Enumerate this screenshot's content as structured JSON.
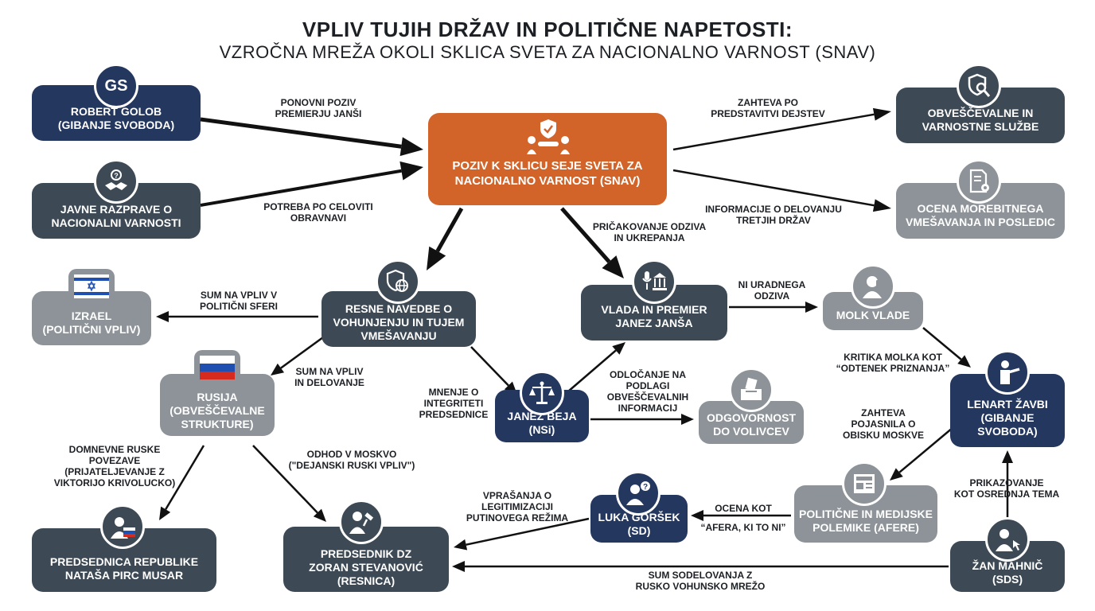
{
  "title": {
    "main": "VPLIV TUJIH DRŽAV IN POLITIČNE NAPETOSTI:",
    "sub": "VZROČNA MREŽA OKOLI SKLICA SVETA ZA NACIONALNO VARNOST (SNAV)"
  },
  "nodes": {
    "golob": {
      "l1": "ROBERT GOLOB",
      "l2": "(GIBANJE SVOBODA)",
      "badge": "GS"
    },
    "javne": {
      "l1": "JAVNE RAZPRAVE O",
      "l2": "NACIONALNI VARNOSTI"
    },
    "center": {
      "l1": "POZIV K SKLICU SEJE SVETA ZA",
      "l2": "NACIONALNO VARNOST (SNAV)"
    },
    "obvescevalne": {
      "l1": "OBVEŠČEVALNE IN",
      "l2": "VARNOSTNE SLUŽBE"
    },
    "ocena": {
      "l1": "OCENA MOREBITNEGA",
      "l2": "VMEŠAVANJA IN POSLEDIC"
    },
    "izrael": {
      "l1": "IZRAEL",
      "l2": "(POLITIČNI VPLIV)"
    },
    "resne": {
      "l1": "RESNE NAVEDBE O",
      "l2": "VOHUNJENJU IN TUJEM",
      "l3": "VMEŠAVANJU"
    },
    "vlada": {
      "l1": "VLADA IN PREMIER",
      "l2": "JANEZ JANŠA"
    },
    "molk": {
      "l1": "MOLK VLADE"
    },
    "rusija": {
      "l1": "RUSIJA",
      "l2": "(OBVEŠČEVALNE",
      "l3": "STRUKTURE)"
    },
    "beja": {
      "l1": "JANEZ BEJA",
      "l2": "(NSi)"
    },
    "odgovornost": {
      "l1": "ODGOVORNOST",
      "l2": "DO VOLIVCEV"
    },
    "zavbi": {
      "l1": "LENART ŽAVBI",
      "l2": "(GIBANJE",
      "l3": "SVOBODA)"
    },
    "gorsek": {
      "l1": "LUKA GORŠEK",
      "l2": "(SD)"
    },
    "polemike": {
      "l1": "POLITIČNE IN MEDIJSKE",
      "l2": "POLEMIKE (AFERE)"
    },
    "pirc": {
      "l1": "PREDSEDNICA REPUBLIKE",
      "l2": "NATAŠA PIRC MUSAR"
    },
    "stevanovic": {
      "l1": "PREDSEDNIK DZ",
      "l2": "ZORAN STEVANOVIĆ",
      "l3": "(RESNICA)"
    },
    "mahnic": {
      "l1": "ŽAN MAHNIČ",
      "l2": "(SDS)"
    }
  },
  "edges": {
    "golob_center": {
      "l1": "PONOVNI POZIV",
      "l2": "PREMIERJU JANŠI"
    },
    "javne_center": {
      "l1": "POTREBA PO CELOVITI",
      "l2": "OBRAVNAVI"
    },
    "center_obvescevalne": {
      "l1": "ZAHTEVA PO",
      "l2": "PREDSTAVITVI DEJSTEV"
    },
    "center_ocena": {
      "l1": "INFORMACIJE O DELOVANJU",
      "l2": "TRETJIH DRŽAV"
    },
    "center_vlada": {
      "l1": "PRIČAKOVANJE ODZIVA",
      "l2": "IN UKREPANJA"
    },
    "resne_izrael": {
      "l1": "SUM NA VPLIV V",
      "l2": "POLITIČNI SFERI"
    },
    "vlada_molk": {
      "l1": "NI URADNEGA",
      "l2": "ODZIVA"
    },
    "resne_rusija": {
      "l1": "SUM NA VPLIV",
      "l2": "IN DELOVANJE"
    },
    "resne_beja": {
      "l1": "MNENJE O",
      "l2": "INTEGRITETI",
      "l3": "PREDSEDNICE"
    },
    "beja_odgovornost": {
      "l1": "ODLOČANJE NA",
      "l2": "PODLAGI",
      "l3": "OBVEŠČEVALNIH",
      "l4": "INFORMACIJ"
    },
    "molk_zavbi": {
      "l1": "KRITIKA MOLKA KOT",
      "l2": "“ODTENEK PRIZNANJA”"
    },
    "zavbi_polemike": {
      "l1": "ZAHTEVA",
      "l2": "POJASNILA O",
      "l3": "OBISKU MOSKVE"
    },
    "rusija_pirc": {
      "l1": "DOMNEVNE RUSKE",
      "l2": "POVEZAVE",
      "l3": "(PRIJATELJEVANJE Z",
      "l4": "VIKTORIJO KRIVOLUCKO)"
    },
    "rusija_stevanovic": {
      "l1": "ODHOD V MOSKVO",
      "l2": "(\"DEJANSKI RUSKI VPLIV\")"
    },
    "gorsek_stevanovic": {
      "l1": "VPRAŠANJA O",
      "l2": "LEGITIMIZACIJI",
      "l3": "PUTINOVEGA REŽIMA"
    },
    "polemike_gorsek": {
      "l1": "OCENA KOT",
      "l2": "“AFERA, KI TO NI”"
    },
    "mahnic_zavbi": {
      "l1": "PRIKAZOVANJE",
      "l2": "KOT OSREDNJA TEMA"
    },
    "mahnic_stevanovic": {
      "l1": "SUM SODELOVANJA Z",
      "l2": "RUSKO VOHUNSKO MREŽO"
    }
  },
  "icons": {
    "golob": "gs-logo-badge",
    "javne": "handshake-question-icon",
    "center": "meeting-shield-icon",
    "obvescevalne": "shield-magnifier-icon",
    "ocena": "document-gear-icon",
    "izrael": "israel-flag-icon",
    "resne": "shield-globe-icon",
    "vlada": "microphone-building-icon",
    "molk": "silent-person-icon",
    "rusija": "russia-flag-icon",
    "beja": "scales-icon",
    "odgovornost": "ballot-box-icon",
    "zavbi": "pointing-person-icon",
    "gorsek": "person-question-icon",
    "polemike": "newspaper-icon",
    "pirc": "woman-russia-flag-icon",
    "stevanovic": "judge-gavel-icon",
    "mahnic": "person-pointer-icon"
  },
  "colors": {
    "navy": "#24375f",
    "slate": "#3d4a55",
    "gray": "#8d9398",
    "orange": "#d2642a",
    "arrow": "#111111"
  }
}
